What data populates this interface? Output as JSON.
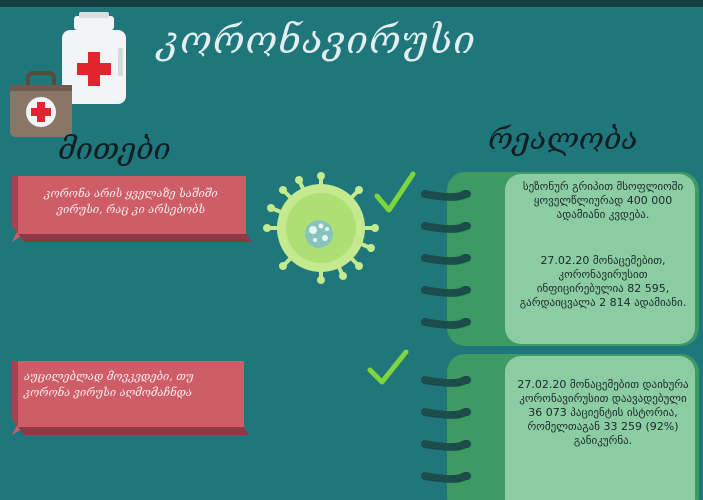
{
  "header": {
    "title": "კორონავირუსი"
  },
  "columns": {
    "myths_heading": "მითები",
    "reality_heading": "რეალობა"
  },
  "myths": [
    {
      "text": "კორონა არის ყველაზე საშიში ვირუსი, რაც კი არსებობს"
    },
    {
      "text": "აუცილებლად მოვკვდები, თუ კორონა ვირუსი აღმომაჩნდა"
    }
  ],
  "reality": {
    "card_1_p1": "სეზონურ გრიპით მსოფლიოში ყოველწლიურად 400 000 ადამიანი კვდება.",
    "card_1_p2": "27.02.20 მონაცემებით, კორონავირუსით ინფიცირებულია 82 595, გარდაიცვალა 2 814 ადამიანი.",
    "card_2_p1": "27.02.20 მონაცემებით დაიხურა კორონავირუსით დაავადებული 36 073 პაციენტის ისტორია, რომელთაგან 33 259 (92%) განიკურნა."
  },
  "colors": {
    "background": "#1f777b",
    "ribbon": "#cf5d68",
    "card": "#8ccca3",
    "card_dark": "#3e9a63",
    "check": "#7fd63b",
    "virus": "#c4e98f"
  }
}
